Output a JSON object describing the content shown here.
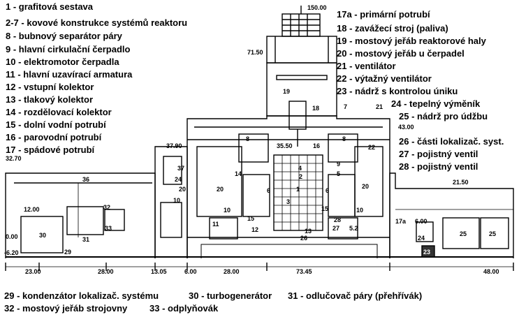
{
  "legend_left": [
    {
      "label": "1   - grafitová sestava"
    },
    {
      "label": "2-7  - kovové konstrukce systémů reaktoru"
    },
    {
      "label": "8   - bubnový separátor páry"
    },
    {
      "label": "9   - hlavní cirkulační čerpadlo"
    },
    {
      "label": "10  - elektromotor čerpadla"
    },
    {
      "label": "11  - hlavní uzavírací armatura"
    },
    {
      "label": "12  - vstupní kolektor"
    },
    {
      "label": "13  - tlakový kolektor"
    },
    {
      "label": "14  - rozdělovací kolektor"
    },
    {
      "label": "15  - dolní vodní potrubí"
    },
    {
      "label": "16  - parovodní potrubí"
    },
    {
      "label": "17  - spádové potrubí"
    }
  ],
  "legend_right": [
    {
      "label": "17a - primární potrubí"
    },
    {
      "label": "18   - zavážecí stroj (paliva)"
    },
    {
      "label": "19   - mostový jeřáb reaktorové haly"
    },
    {
      "label": "20   - mostový jeřáb u čerpadel"
    },
    {
      "label": "21   - ventilátor"
    },
    {
      "label": "22   - výtažný ventilátor"
    },
    {
      "label": "23   - nádrž s kontrolou úniku"
    },
    {
      "label": "24 - tepelný výměník"
    },
    {
      "label": "25 - nádrž pro údžbu"
    },
    {
      "label": "26 - části lokalizač. syst."
    },
    {
      "label": "27 - pojistný ventil"
    },
    {
      "label": "28 - pojistný ventil"
    }
  ],
  "legend_bottom": [
    {
      "label": "29 - kondenzátor lokalizač. systému"
    },
    {
      "label": "30 - turbogenerátor"
    },
    {
      "label": "31 - odlučovač páry (přehřívák)"
    },
    {
      "label": "32 - mostový jeřáb strojovny"
    },
    {
      "label": "33 - odplyňovák"
    }
  ],
  "elevations": {
    "e150": "150.00",
    "e7150": "71.50",
    "e3790": "37.90",
    "e3550": "35.50",
    "e4300": "43.00",
    "e3270": "32.70",
    "e2150": "21.50",
    "e1200": "12.00",
    "e600": "6.00",
    "e000": "0.00",
    "em620": "-6.20",
    "e520": "5.2"
  },
  "dimensions": {
    "d1": "23.00",
    "d2": "28.00",
    "d3": "13.05",
    "d4": "6.00",
    "d5": "28.00",
    "d6": "73.45",
    "d7": "48.00"
  },
  "callouts": [
    "19",
    "18",
    "7",
    "21",
    "8",
    "8",
    "22",
    "16",
    "20",
    "14",
    "20",
    "9",
    "6",
    "2",
    "6",
    "1",
    "5",
    "3",
    "4",
    "15",
    "10",
    "15",
    "10",
    "11",
    "12",
    "13",
    "28",
    "27",
    "26",
    "17a",
    "24",
    "25",
    "25",
    "23",
    "37",
    "36",
    "24",
    "20",
    "10",
    "32",
    "33",
    "30",
    "31",
    "29"
  ]
}
